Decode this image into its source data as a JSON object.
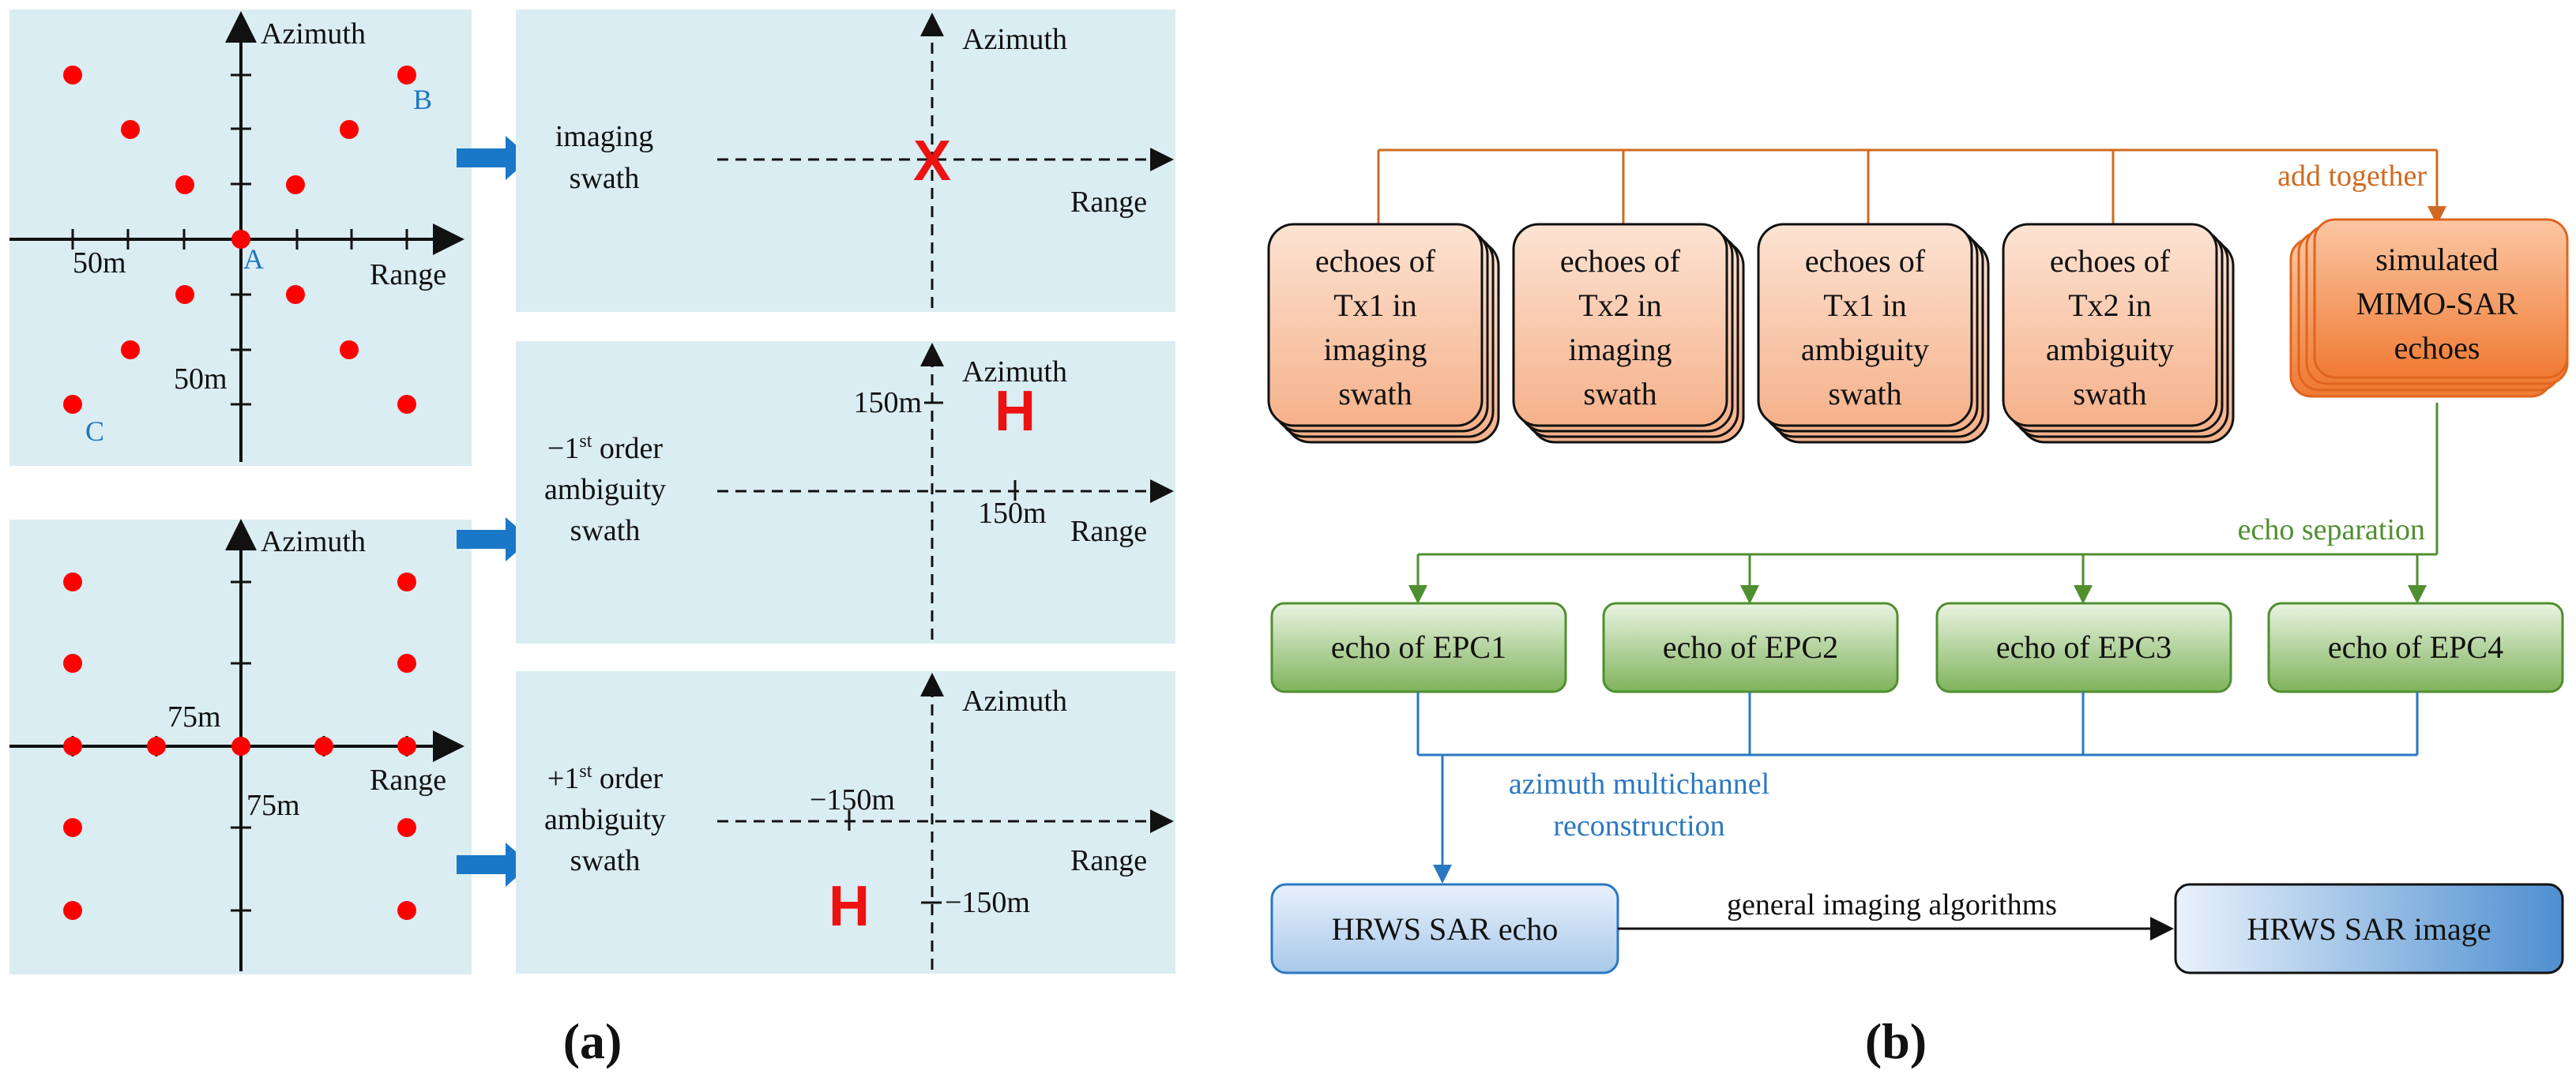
{
  "panel_a": {
    "caption": "(a)",
    "axes": {
      "azimuth": "Azimuth",
      "range": "Range"
    },
    "scene1": {
      "point_a": "A",
      "point_b": "B",
      "point_c": "C",
      "scale_x": "50m",
      "scale_y": "50m"
    },
    "scene2": {
      "scale_x": "75m",
      "scale_y": "75m"
    },
    "swaths": {
      "imaging": {
        "line1": "imaging",
        "line2": "swath"
      },
      "minus1": {
        "line1_prefix": "−1",
        "line1_sup": "st",
        "line1_suffix": " order",
        "line2": "ambiguity",
        "line3": "swath",
        "tick_y": "150m",
        "tick_x": "150m"
      },
      "plus1": {
        "line1_prefix": "+1",
        "line1_sup": "st",
        "line1_suffix": " order",
        "line2": "ambiguity",
        "line3": "swath",
        "tick_x": "−150m",
        "tick_y": "−150m"
      }
    },
    "marks": {
      "cross": "X",
      "ghost": "H"
    },
    "colors": {
      "panel_bg": "#daedf3",
      "point": "#ff0000",
      "arrow": "#1a78c8",
      "label_blue": "#1f77c0",
      "mark": "#ee1111"
    }
  },
  "panel_b": {
    "caption": "(b)",
    "echo_stacks": [
      {
        "line1": "echoes of",
        "line2": "Tx1 in",
        "line3": "imaging",
        "line4": "swath"
      },
      {
        "line1": "echoes of",
        "line2": "Tx2 in",
        "line3": "imaging",
        "line4": "swath"
      },
      {
        "line1": "echoes of",
        "line2": "Tx1 in",
        "line3": "ambiguity",
        "line4": "swath"
      },
      {
        "line1": "echoes of",
        "line2": "Tx2 in",
        "line3": "ambiguity",
        "line4": "swath"
      }
    ],
    "simulated": {
      "line1": "simulated",
      "line2": "MIMO-SAR",
      "line3": "echoes"
    },
    "add_together": "add together",
    "echo_separation": "echo separation",
    "epc_boxes": [
      "echo of EPC1",
      "echo of EPC2",
      "echo of EPC3",
      "echo of EPC4"
    ],
    "reconstruction": {
      "line1": "azimuth multichannel",
      "line2": "reconstruction"
    },
    "hrws_echo": "HRWS SAR echo",
    "imaging_algorithms": "general imaging algorithms",
    "hrws_image": "HRWS SAR image",
    "colors": {
      "orange_line": "#d06a20",
      "green_line": "#4f8f2f",
      "blue_line": "#2b78c2"
    }
  }
}
